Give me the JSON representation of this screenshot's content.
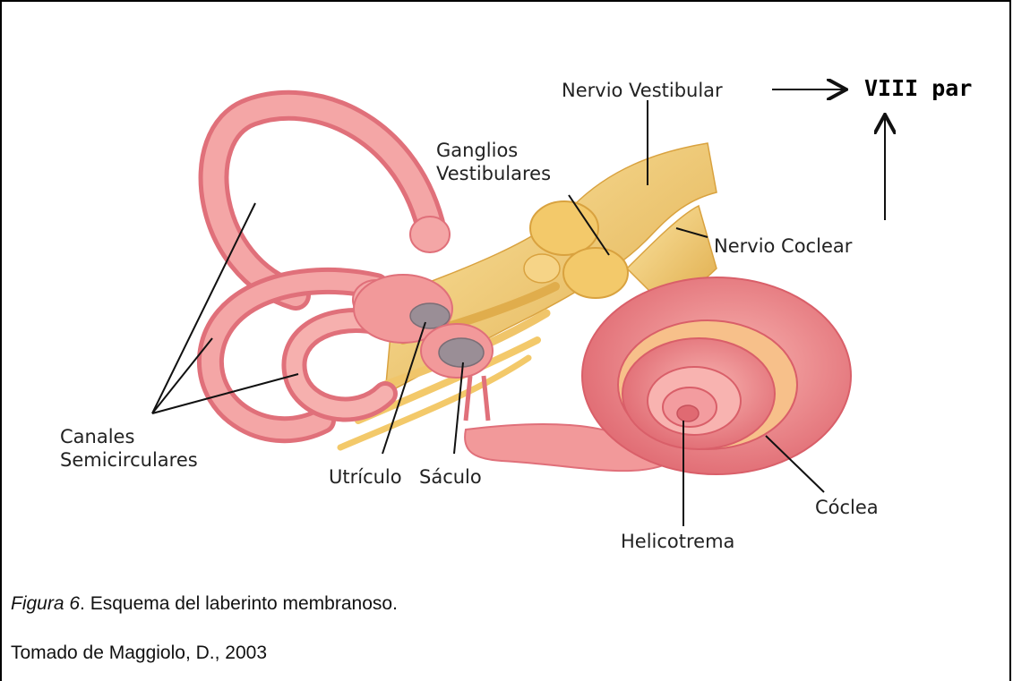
{
  "labels": {
    "nervio_vestibular": "Nervio Vestibular",
    "viii_par": "VIII par",
    "ganglios_line1": "Ganglios",
    "ganglios_line2": "Vestibulares",
    "nervio_coclear": "Nervio Coclear",
    "canales_line1": "Canales",
    "canales_line2": "Semicirculares",
    "utriculo": "Utrículo",
    "saculo": "Sáculo",
    "coclea": "Cóclea",
    "helicotrema": "Helicotrema"
  },
  "caption": {
    "figure_label": "Figura 6",
    "figure_text": ". Esquema del laberinto membranoso.",
    "source": "Tomado de Maggiolo, D., 2003"
  },
  "colors": {
    "membrane": "#f2999a",
    "membrane_dark": "#e0707a",
    "nerve": "#f3c96a",
    "nerve_dark": "#d9a23f",
    "sac": "#9a8e96"
  }
}
